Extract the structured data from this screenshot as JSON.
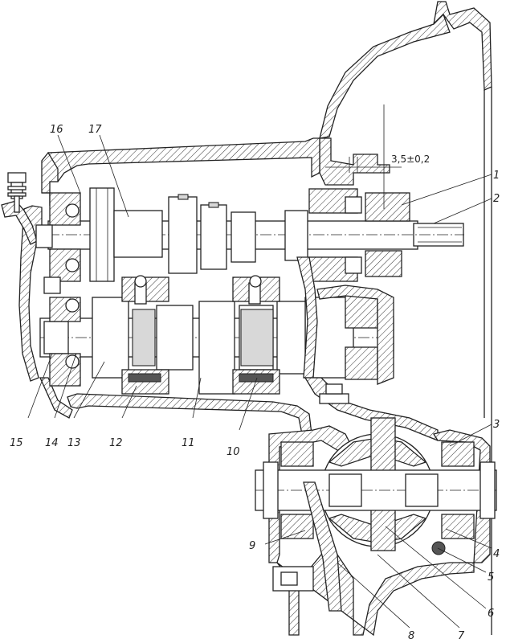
{
  "dimension": {
    "text": "3,5±0,2"
  },
  "callouts": [
    {
      "label": "1"
    },
    {
      "label": "2"
    },
    {
      "label": "3"
    },
    {
      "label": "4"
    },
    {
      "label": "5"
    },
    {
      "label": "6"
    },
    {
      "label": "7"
    },
    {
      "label": "8"
    },
    {
      "label": "9"
    },
    {
      "label": "10"
    },
    {
      "label": "11"
    },
    {
      "label": "12"
    },
    {
      "label": "13"
    },
    {
      "label": "14"
    },
    {
      "label": "15"
    },
    {
      "label": "16"
    },
    {
      "label": "17"
    }
  ]
}
